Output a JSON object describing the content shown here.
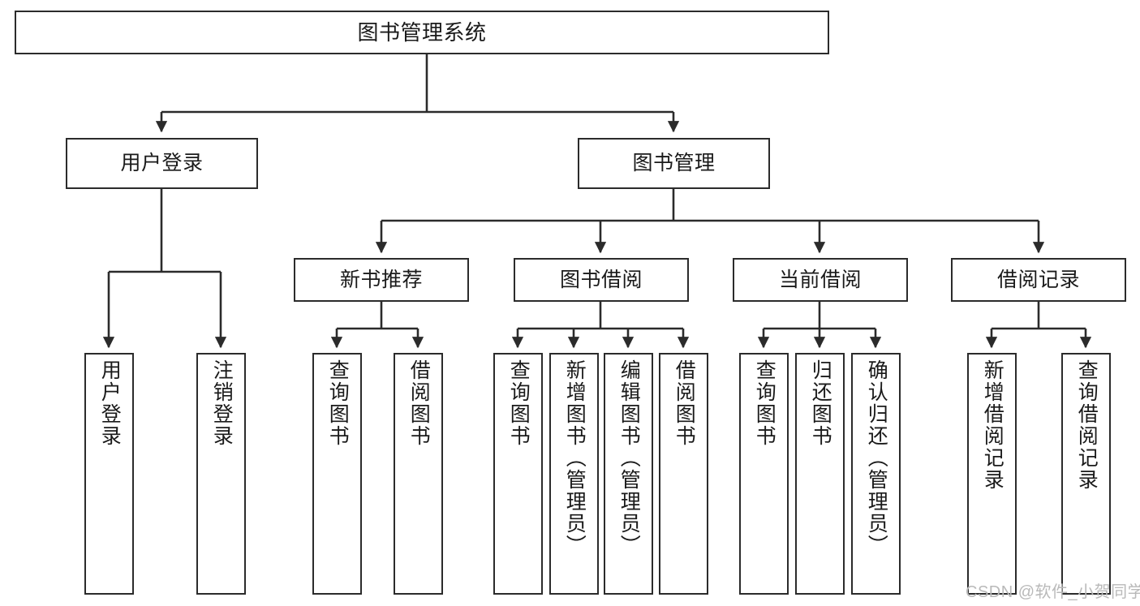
{
  "diagram": {
    "type": "tree",
    "title": "图书管理系统",
    "watermark": "CSDN @软件_小贺同学",
    "colors": {
      "box_border": "#2b2b2b",
      "box_fill": "#ffffff",
      "connector": "#2b2b2b",
      "text": "#1a1a1a",
      "watermark": "#b9b9b9",
      "background": "#ffffff"
    },
    "levels": {
      "root": {
        "label": "图书管理系统"
      },
      "level2": [
        {
          "label": "用户登录"
        },
        {
          "label": "图书管理"
        }
      ],
      "level3": [
        {
          "label": "新书推荐"
        },
        {
          "label": "图书借阅"
        },
        {
          "label": "当前借阅"
        },
        {
          "label": "借阅记录"
        }
      ],
      "leaves": {
        "user_login": [
          {
            "label": "用户登录"
          },
          {
            "label": "注销登录"
          }
        ],
        "new_book_recommend": [
          {
            "label": "查询图书"
          },
          {
            "label": "借阅图书"
          }
        ],
        "book_borrow": [
          {
            "label": "查询图书"
          },
          {
            "label": "新增图书（管理员）"
          },
          {
            "label": "编辑图书（管理员）"
          },
          {
            "label": "借阅图书"
          }
        ],
        "current_borrow": [
          {
            "label": "查询图书"
          },
          {
            "label": "归还图书"
          },
          {
            "label": "确认归还（管理员）"
          }
        ],
        "borrow_records": [
          {
            "label": "新增借阅记录"
          },
          {
            "label": "查询借阅记录"
          }
        ]
      }
    }
  }
}
